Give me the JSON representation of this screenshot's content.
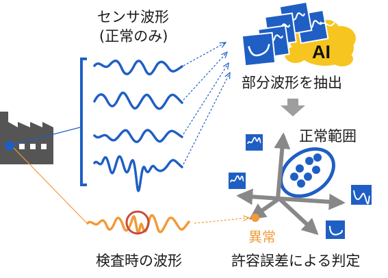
{
  "labels": {
    "sensor_waveform": "センサ波形",
    "normal_only": "(正常のみ)",
    "ai": "AI",
    "extract_partial_waveforms": "部分波形を抽出",
    "normal_range": "正常範囲",
    "anomaly": "異常",
    "judgment_by_tolerance": "許容誤差による判定",
    "waveform_at_inspection": "検査時の波形"
  },
  "colors": {
    "primary_blue": "#1f5fc4",
    "navy": "#1b3f99",
    "orange": "#f29a36",
    "ai_yellow": "#f7c520",
    "gray": "#8a8a8a",
    "factory_gray": "#555555",
    "anomaly_circle": "#c84a3a"
  },
  "icons": {
    "factory": "factory-icon",
    "ai_cluster": "ai-cards-icon",
    "process_arrow": "down-arrow-icon"
  }
}
